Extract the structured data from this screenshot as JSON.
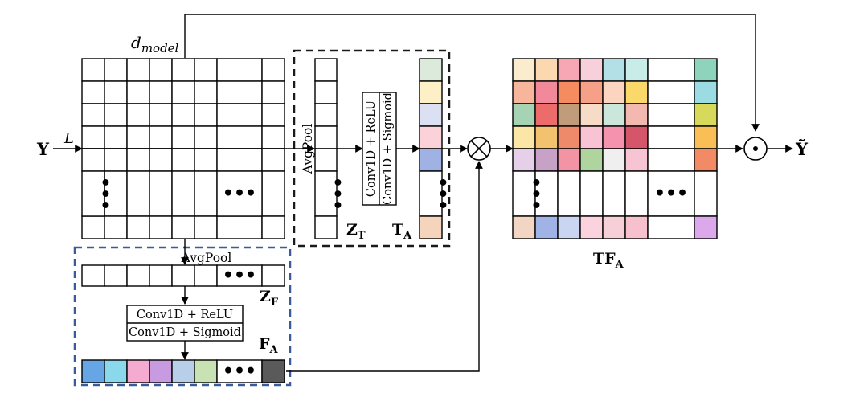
{
  "labels": {
    "input": "Y",
    "output": "Ỹ",
    "seq_len": "L",
    "d_model_main": "d",
    "d_model_sub": "model",
    "avgpool_t": "AvgPool",
    "avgpool_f": "AvgPool",
    "conv_relu_t": "Conv1D + ReLU",
    "conv_sigmoid_t": "Conv1D + Sigmoid",
    "conv_relu_f": "Conv1D + ReLU",
    "conv_sigmoid_f": "Conv1D + Sigmoid",
    "z_t_main": "Z",
    "z_t_sub": "T",
    "t_a_main": "T",
    "t_a_sub": "A",
    "z_f_main": "Z",
    "z_f_sub": "F",
    "f_a_main": "F",
    "f_a_sub": "A",
    "tf_a_main": "TF",
    "tf_a_sub": "A",
    "ellipsis": "•••"
  },
  "colors": {
    "stroke": "#000000",
    "dashed_black": "#1a1a1a",
    "dashed_blue": "#3a5a98"
  },
  "t_a_colors": [
    "#dceadb",
    "#fdf0c6",
    "#dbe1f3",
    "#fbd2da",
    "#9fb2e3",
    null,
    "#f5d4bd"
  ],
  "f_a_colors": [
    "#66a6e6",
    "#8ad8ec",
    "#f5abcf",
    "#c89ae0",
    "#b7cfe9",
    "#c8e2b3",
    null,
    "#5a5a5a"
  ],
  "tf_a_grid": [
    [
      "#fbeccd",
      "#fcd8b0",
      "#f7a7b3",
      "#f8d0dc",
      "#b2e0e6",
      "#c8ece8",
      null,
      "#8ed3bb"
    ],
    [
      "#f7b69c",
      "#f2899a",
      "#f48c60",
      "#f7a088",
      "#fcd5c0",
      "#fbd86a",
      null,
      "#9adce2"
    ],
    [
      "#a6d3b3",
      "#ec6b6b",
      "#c19c7a",
      "#f6dcc6",
      "#cbe6db",
      "#f3b8b0",
      null,
      "#d7d95a"
    ],
    [
      "#fbe6a5",
      "#f3c26f",
      "#ee8a6a",
      "#f8c4d3",
      "#f592ad",
      "#d5556a",
      null,
      "#f9be56"
    ],
    [
      "#e5cfe9",
      "#c8a2c6",
      "#f294a4",
      "#b0d49e",
      "#efeff0",
      "#f7c4d4",
      null,
      "#f18a65"
    ],
    [
      null,
      null,
      null,
      null,
      null,
      null,
      null,
      null
    ],
    [
      "#f2d6c3",
      "#9fb3e6",
      "#c9d5f1",
      "#fbd3de",
      "#f7cfd6",
      "#f7c0cd",
      null,
      "#dca8ec"
    ]
  ]
}
